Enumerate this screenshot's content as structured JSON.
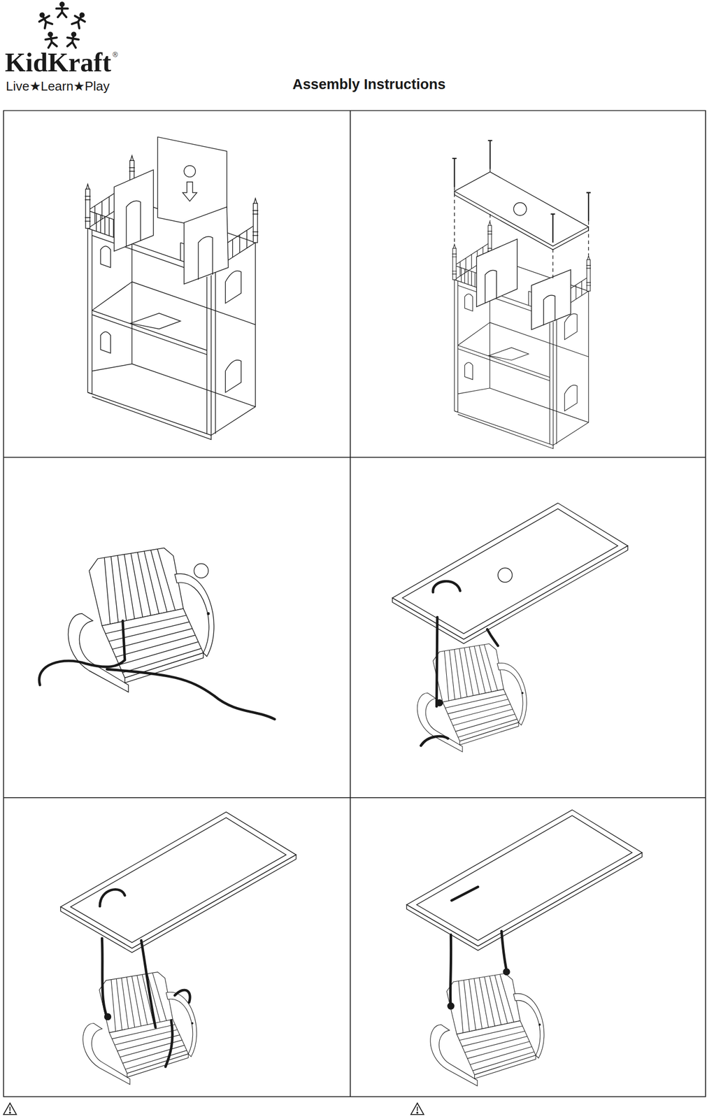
{
  "diagram": {
    "title": "Assembly Instructions",
    "labels": [
      "KidKraft",
      "®",
      "Live★Learn★Play"
    ]
  }
}
